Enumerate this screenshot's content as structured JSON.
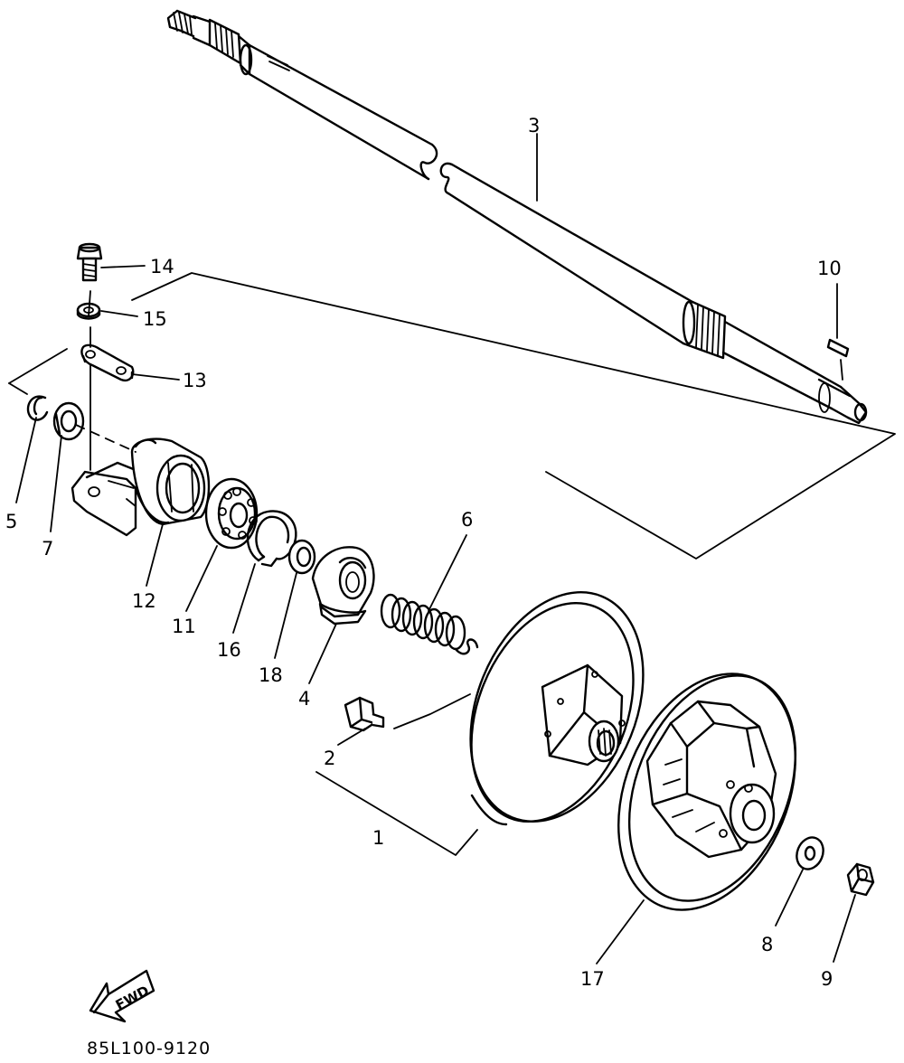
{
  "callouts": {
    "p1": "1",
    "p2": "2",
    "p3": "3",
    "p4": "4",
    "p5": "5",
    "p6": "6",
    "p7": "7",
    "p8": "8",
    "p9": "9",
    "p10": "10",
    "p11": "11",
    "p12": "12",
    "p13": "13",
    "p14": "14",
    "p15": "15",
    "p16": "16",
    "p17": "17",
    "p18": "18"
  },
  "fwd_label": "FWD",
  "diagram_code": "85L100-9120",
  "icons": {
    "direction": "fwd-arrow-icon"
  }
}
